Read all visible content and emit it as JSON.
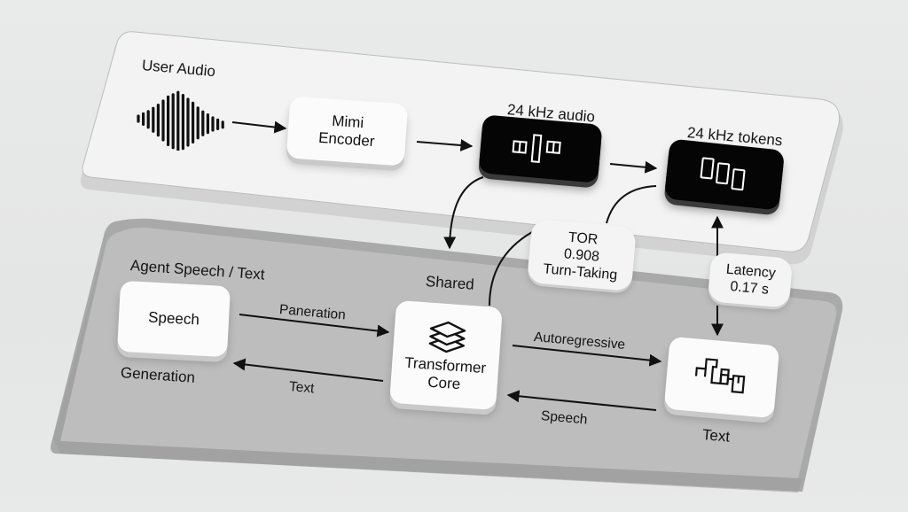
{
  "top_plane": {
    "title": "User Audio",
    "nodes": {
      "waveform": {
        "icon": "waveform-icon"
      },
      "mimi_encoder": {
        "line1": "Mimi",
        "line2": "Encoder"
      },
      "audio_24khz": {
        "caption": "24 kHz audio",
        "icon": "audio-codec-blocks-icon"
      },
      "tokens_24khz": {
        "caption": "24 kHz tokens",
        "icon": "token-blocks-icon"
      }
    }
  },
  "bottom_plane": {
    "title": "Agent Speech / Text",
    "nodes": {
      "speech": {
        "label": "Speech",
        "caption": "Generation"
      },
      "transformer": {
        "line1": "Transformer",
        "line2": "Core",
        "icon": "layers-stack-icon"
      },
      "text_out": {
        "caption": "Text",
        "icon": "stepped-blocks-icon"
      }
    },
    "edges": {
      "speech_to_core": "Paneration",
      "core_to_speech": "Text",
      "core_to_text": "Autoregressive",
      "text_to_core": "Speech",
      "shared": "Shared"
    }
  },
  "badges": {
    "tor": {
      "line1": "TOR",
      "line2": "0.908",
      "line3": "Turn-Taking"
    },
    "latency": {
      "line1": "Latency",
      "line2": "0.17 s"
    }
  },
  "colors": {
    "background": "#e7e8e8",
    "top_plane": "#f1f1f1",
    "bottom_plane": "#b9b9b9",
    "dark_tile": "#050505",
    "light_tile": "#fbfbfb",
    "ink": "#111111"
  }
}
